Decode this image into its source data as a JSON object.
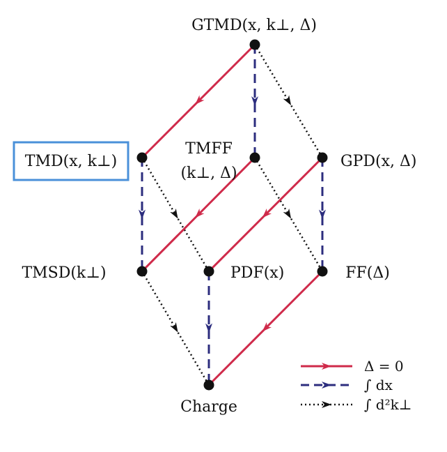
{
  "colors": {
    "red": "#cf2a4a",
    "blue": "#2c2d7e",
    "black": "#111111",
    "highlight": "#4a90d9"
  },
  "nodes": [
    {
      "id": "gtmd",
      "label": "GTMD(x, k⊥, Δ)"
    },
    {
      "id": "tmd",
      "label": "TMD(x, k⊥)"
    },
    {
      "id": "tmff",
      "label": "TMFF",
      "label2": "(k⊥, Δ)"
    },
    {
      "id": "gpd",
      "label": "GPD(x, Δ)"
    },
    {
      "id": "tmsd",
      "label": "TMSD(k⊥)"
    },
    {
      "id": "pdf",
      "label": "PDF(x)"
    },
    {
      "id": "ff",
      "label": "FF(Δ)"
    },
    {
      "id": "charge",
      "label": "Charge"
    }
  ],
  "edges": [
    {
      "from": "gtmd",
      "to": "tmd",
      "type": "delta0"
    },
    {
      "from": "gtmd",
      "to": "tmff",
      "type": "dx"
    },
    {
      "from": "gtmd",
      "to": "gpd",
      "type": "dk"
    },
    {
      "from": "tmd",
      "to": "tmsd",
      "type": "dx"
    },
    {
      "from": "tmd",
      "to": "pdf",
      "type": "dk"
    },
    {
      "from": "tmff",
      "to": "tmsd",
      "type": "delta0"
    },
    {
      "from": "tmff",
      "to": "ff",
      "type": "dk"
    },
    {
      "from": "gpd",
      "to": "pdf",
      "type": "delta0"
    },
    {
      "from": "gpd",
      "to": "ff",
      "type": "dx"
    },
    {
      "from": "tmsd",
      "to": "charge",
      "type": "dk"
    },
    {
      "from": "pdf",
      "to": "charge",
      "type": "dx"
    },
    {
      "from": "ff",
      "to": "charge",
      "type": "delta0"
    }
  ],
  "legend": [
    {
      "type": "delta0",
      "label": "Δ = 0"
    },
    {
      "type": "dx",
      "label": "∫ dx"
    },
    {
      "type": "dk",
      "label": "∫ d²k⊥"
    }
  ]
}
